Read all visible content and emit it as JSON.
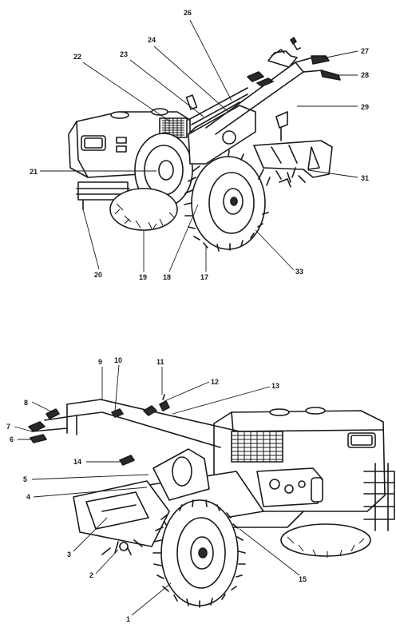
{
  "diagrams": [
    {
      "id": "rear-view",
      "callouts": [
        "26",
        "24",
        "22",
        "23",
        "27",
        "28",
        "29",
        "21",
        "31",
        "20",
        "19",
        "18",
        "17",
        "33"
      ]
    },
    {
      "id": "front-view",
      "callouts": [
        "9",
        "10",
        "11",
        "12",
        "13",
        "8",
        "7",
        "6",
        "14",
        "5",
        "4",
        "3",
        "2",
        "15",
        "1"
      ]
    }
  ]
}
